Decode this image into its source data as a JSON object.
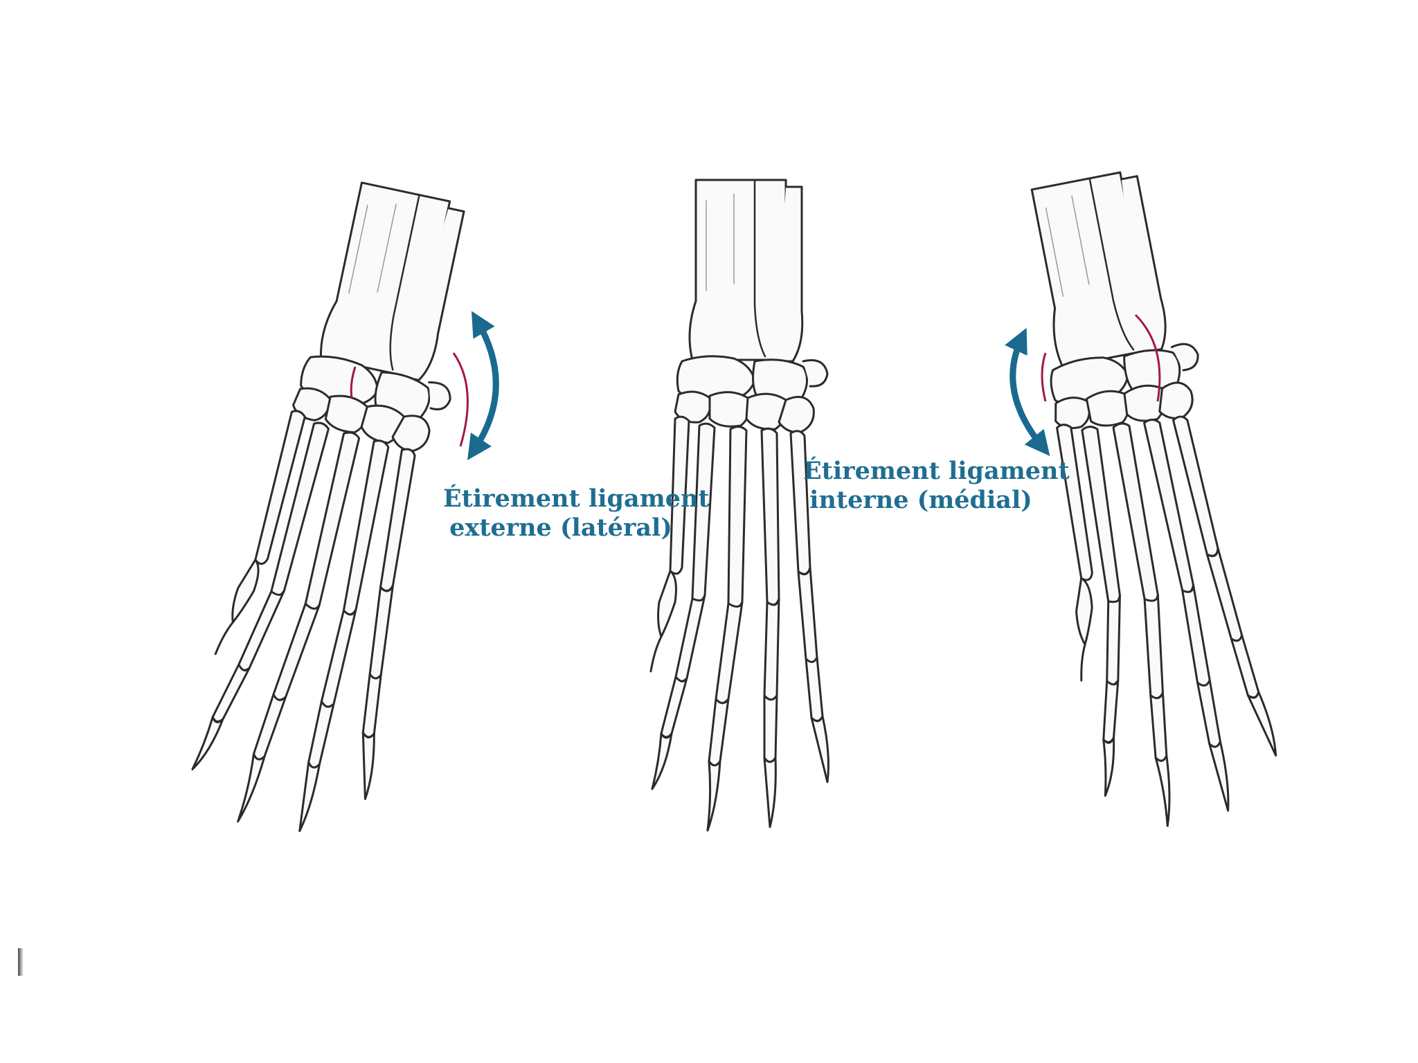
{
  "captions": {
    "lateral": {
      "line1": "Étirement ligament",
      "line2": "externe (latéral)"
    },
    "medial": {
      "line1": "Étirement ligament",
      "line2": "interne (médial)"
    }
  },
  "colors": {
    "caption": "#1f6e92",
    "arrow": "#1a6a8f",
    "ligament": "#a0184a",
    "bone_outline": "#2b2b2b",
    "bone_fill": "#fafafa"
  },
  "paws": [
    {
      "id": "lateral-stretch",
      "tilt_deg": 12,
      "arrow": "right",
      "ligament_side": "right"
    },
    {
      "id": "neutral",
      "tilt_deg": 0,
      "arrow": "none",
      "ligament_side": "none"
    },
    {
      "id": "medial-stretch",
      "tilt_deg": -11,
      "arrow": "left",
      "ligament_side": "both"
    }
  ]
}
